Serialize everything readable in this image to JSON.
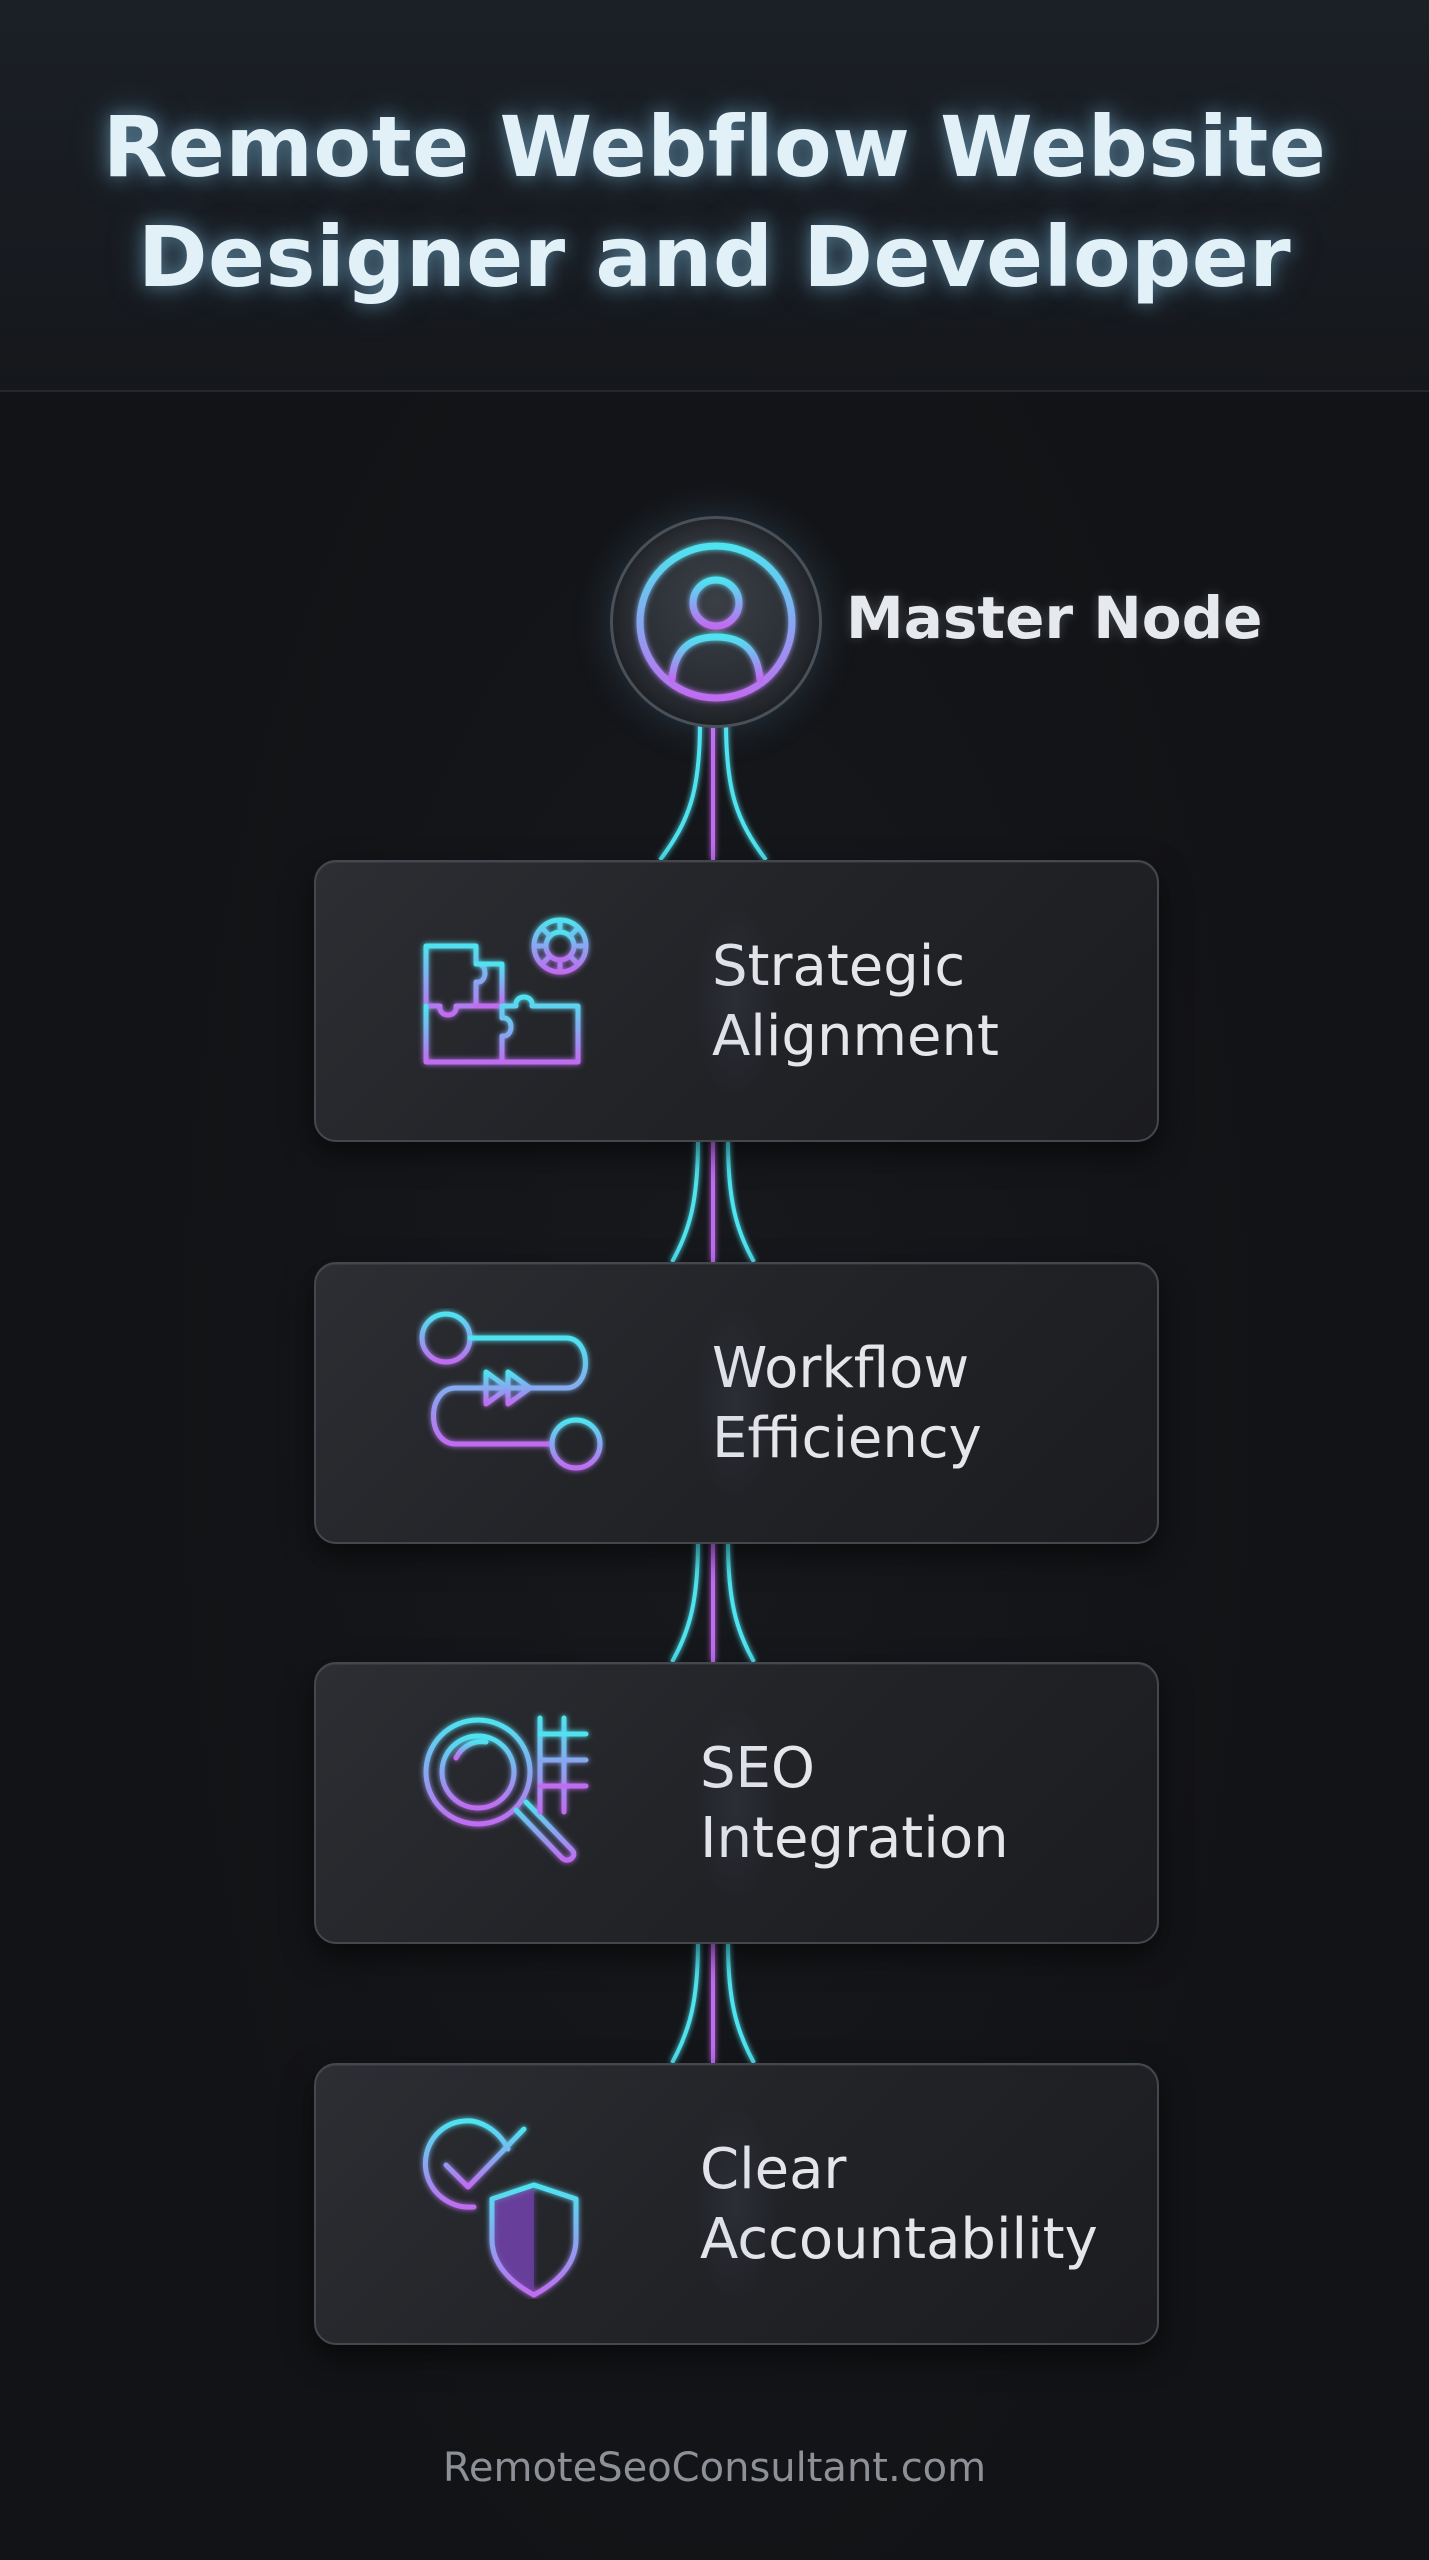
{
  "header": {
    "title_line1": "Remote Webflow Website",
    "title_line2": "Designer and Developer"
  },
  "master": {
    "label": "Master Node",
    "icon": "user-icon"
  },
  "steps": [
    {
      "line1": "Strategic",
      "line2": "Alignment",
      "icon": "puzzle-gear-icon"
    },
    {
      "line1": "Workflow",
      "line2": "Efficiency",
      "icon": "workflow-path-icon"
    },
    {
      "line1": "SEO",
      "line2": "Integration",
      "icon": "magnifier-icon"
    },
    {
      "line1": "Clear",
      "line2": "Accountability",
      "icon": "check-shield-icon"
    }
  ],
  "footer": {
    "text": "RemoteSeoConsultant.com"
  },
  "colors": {
    "cyan": "#4fe3f0",
    "violet": "#c06cf0",
    "background": "#121316",
    "card": "#25272c",
    "title": "#e2f1f8"
  }
}
